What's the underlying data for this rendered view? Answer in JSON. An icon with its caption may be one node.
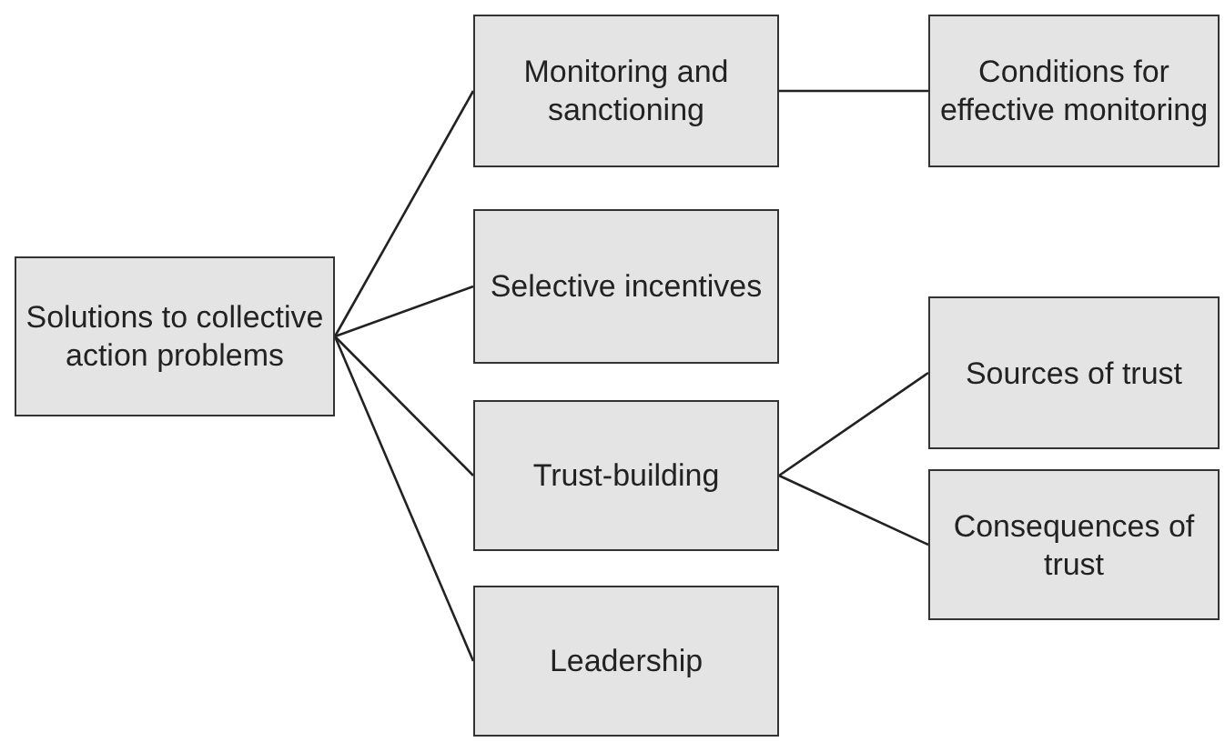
{
  "diagram": {
    "nodes": [
      {
        "text": [
          "Solutions to collective action problems"
        ]
      },
      {
        "text": [
          "Monitoring and sanctioning"
        ]
      },
      {
        "text": [
          "Conditions for effective monitoring"
        ]
      },
      {
        "text": [
          "Selective incentives"
        ]
      },
      {
        "text": [
          "Trust-building"
        ]
      },
      {
        "text": [
          "Sources of trust"
        ]
      },
      {
        "text": [
          "Consequences of trust"
        ]
      },
      {
        "text": [
          "Leadership"
        ]
      }
    ],
    "edges": [
      {
        "from": 0,
        "to": 1,
        "arrow": "none"
      },
      {
        "from": 0,
        "to": 3,
        "arrow": "none"
      },
      {
        "from": 0,
        "to": 4,
        "arrow": "none"
      },
      {
        "from": 0,
        "to": 7,
        "arrow": "none"
      },
      {
        "from": 1,
        "to": 2,
        "arrow": "none"
      },
      {
        "from": 4,
        "to": 5,
        "arrow": "none"
      },
      {
        "from": 4,
        "to": 6,
        "arrow": "none"
      }
    ]
  }
}
